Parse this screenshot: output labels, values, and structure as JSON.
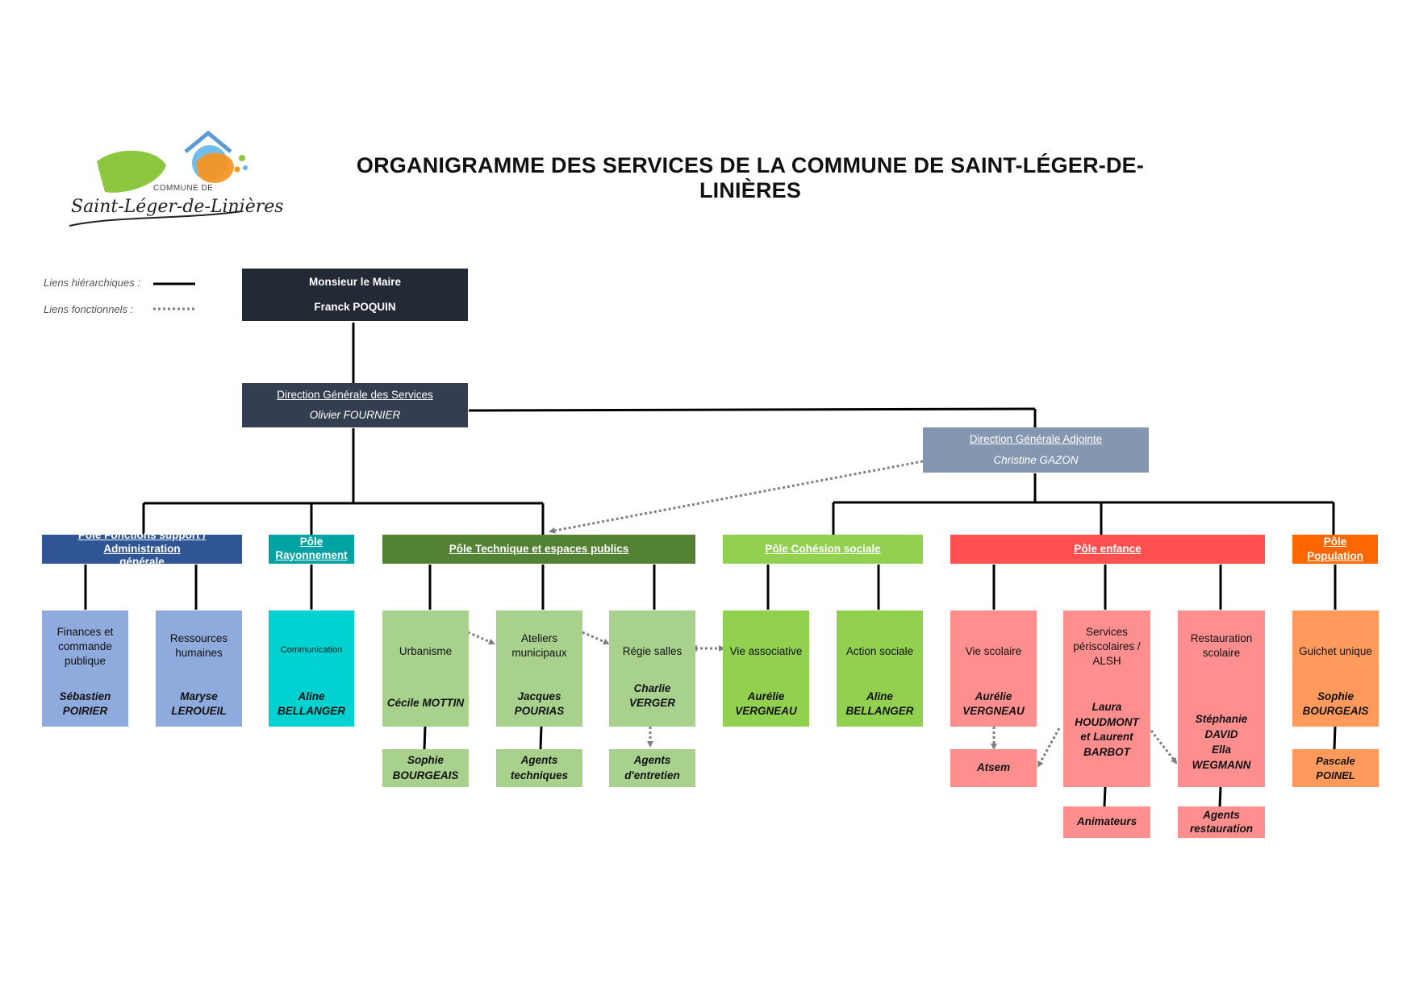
{
  "title": "ORGANIGRAMME DES SERVICES DE LA COMMUNE DE SAINT-LÉGER-DE-LINIÈRES",
  "logo": {
    "line1": "COMMUNE DE",
    "line2": "Saint-Léger-de-Linières"
  },
  "legend": {
    "hierarchical": "Liens hiérarchiques :",
    "functional": "Liens fonctionnels :"
  },
  "colors": {
    "maire": "#222a35",
    "dgs": "#333f50",
    "dga": "#8496b0",
    "support": "#2f5597",
    "support_light": "#8faadc",
    "rayonnement": "#00b0b0",
    "rayonnement_light": "#00d2d2",
    "technique": "#548235",
    "technique_light": "#a9d18e",
    "cohesion": "#92d050",
    "enfance": "#ff5050",
    "enfance_light": "#ff8f8f",
    "population": "#ff6600",
    "population_light": "#ff9a5c"
  },
  "maire": {
    "role": "Monsieur le Maire",
    "name": "Franck POQUIN"
  },
  "dgs": {
    "role": "Direction Générale des Services",
    "name": "Olivier FOURNIER"
  },
  "dga": {
    "role": "Direction Générale Adjointe",
    "name": "Christine GAZON"
  },
  "poles": {
    "support": {
      "title_l1": "Pôle Fonctions support / Administration",
      "title_l2": "générale",
      "finances": {
        "label_l1": "Finances et",
        "label_l2": "commande",
        "label_l3": "publique",
        "name_l1": "Sébastien",
        "name_l2": "POIRIER"
      },
      "rh": {
        "label_l1": "Ressources",
        "label_l2": "humaines",
        "name_l1": "Maryse",
        "name_l2": "LEROUEIL"
      }
    },
    "rayonnement": {
      "title_l1": "Pôle",
      "title_l2": "Rayonnement",
      "communication": {
        "label": "Communication",
        "name_l1": "Aline",
        "name_l2": "BELLANGER"
      }
    },
    "technique": {
      "title": "Pôle Technique et espaces publics",
      "urbanisme": {
        "label": "Urbanisme",
        "name": "Cécile MOTTIN",
        "sub_l1": "Sophie",
        "sub_l2": "BOURGEAIS"
      },
      "ateliers": {
        "label_l1": "Ateliers",
        "label_l2": "municipaux",
        "name_l1": "Jacques",
        "name_l2": "POURIAS",
        "sub_l1": "Agents",
        "sub_l2": "techniques"
      },
      "regie": {
        "label": "Régie salles",
        "name": "Charlie VERGER",
        "sub_l1": "Agents",
        "sub_l2": "d'entretien"
      }
    },
    "cohesion": {
      "title": "Pôle Cohésion sociale",
      "vie_asso": {
        "label": "Vie associative",
        "name_l1": "Aurélie",
        "name_l2": "VERGNEAU"
      },
      "action": {
        "label": "Action sociale",
        "name_l1": "Aline",
        "name_l2": "BELLANGER"
      }
    },
    "enfance": {
      "title": "Pôle enfance",
      "vie_scolaire": {
        "label": "Vie scolaire",
        "name_l1": "Aurélie",
        "name_l2": "VERGNEAU",
        "sub": "Atsem"
      },
      "periscolaire": {
        "label_l1": "Services",
        "label_l2": "périscolaires /",
        "label_l3": "ALSH",
        "name_l1": "Laura",
        "name_l2": "HOUDMONT",
        "name_l3": "et Laurent",
        "name_l4": "BARBOT",
        "sub": "Animateurs"
      },
      "restauration": {
        "label_l1": "Restauration",
        "label_l2": "scolaire",
        "name_l1": "Stéphanie",
        "name_l2": "DAVID",
        "name_l3": "Ella WEGMANN",
        "sub_l1": "Agents",
        "sub_l2": "restauration"
      }
    },
    "population": {
      "title": "Pôle Population",
      "guichet": {
        "label": "Guichet unique",
        "name_l1": "Sophie",
        "name_l2": "BOURGEAIS",
        "sub": "Pascale POINEL"
      }
    }
  }
}
